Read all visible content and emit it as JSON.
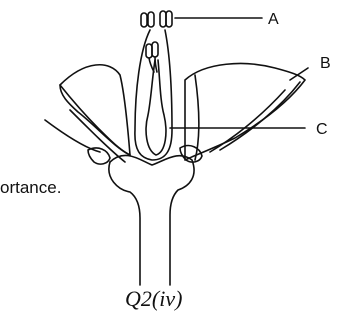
{
  "diagram": {
    "labels": {
      "a": "A",
      "b": "B",
      "c": "C"
    },
    "fragment_text": "ortance.",
    "caption": "Q2(iv)"
  },
  "colors": {
    "ink": "#111111",
    "background": "#ffffff"
  }
}
